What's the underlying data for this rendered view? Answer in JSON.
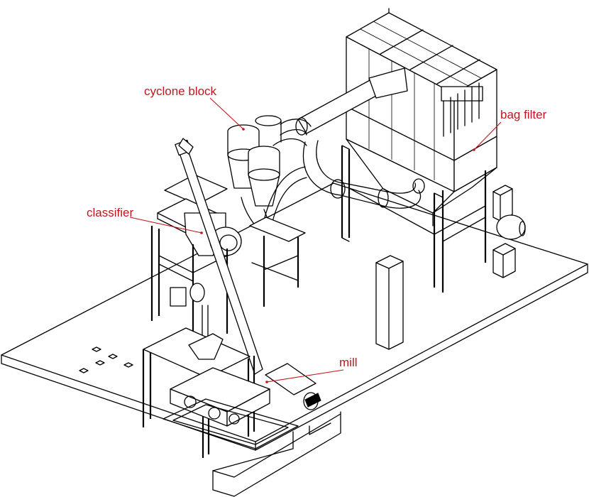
{
  "labels": {
    "cyclone_block": "cyclone block",
    "bag_filter": "bag filter",
    "classifier": "classifier",
    "mill": "mill"
  },
  "colors": {
    "label_text": "#c0161d",
    "leader_line": "#c0161d",
    "drawing_line": "#000000",
    "background": "#ffffff"
  }
}
